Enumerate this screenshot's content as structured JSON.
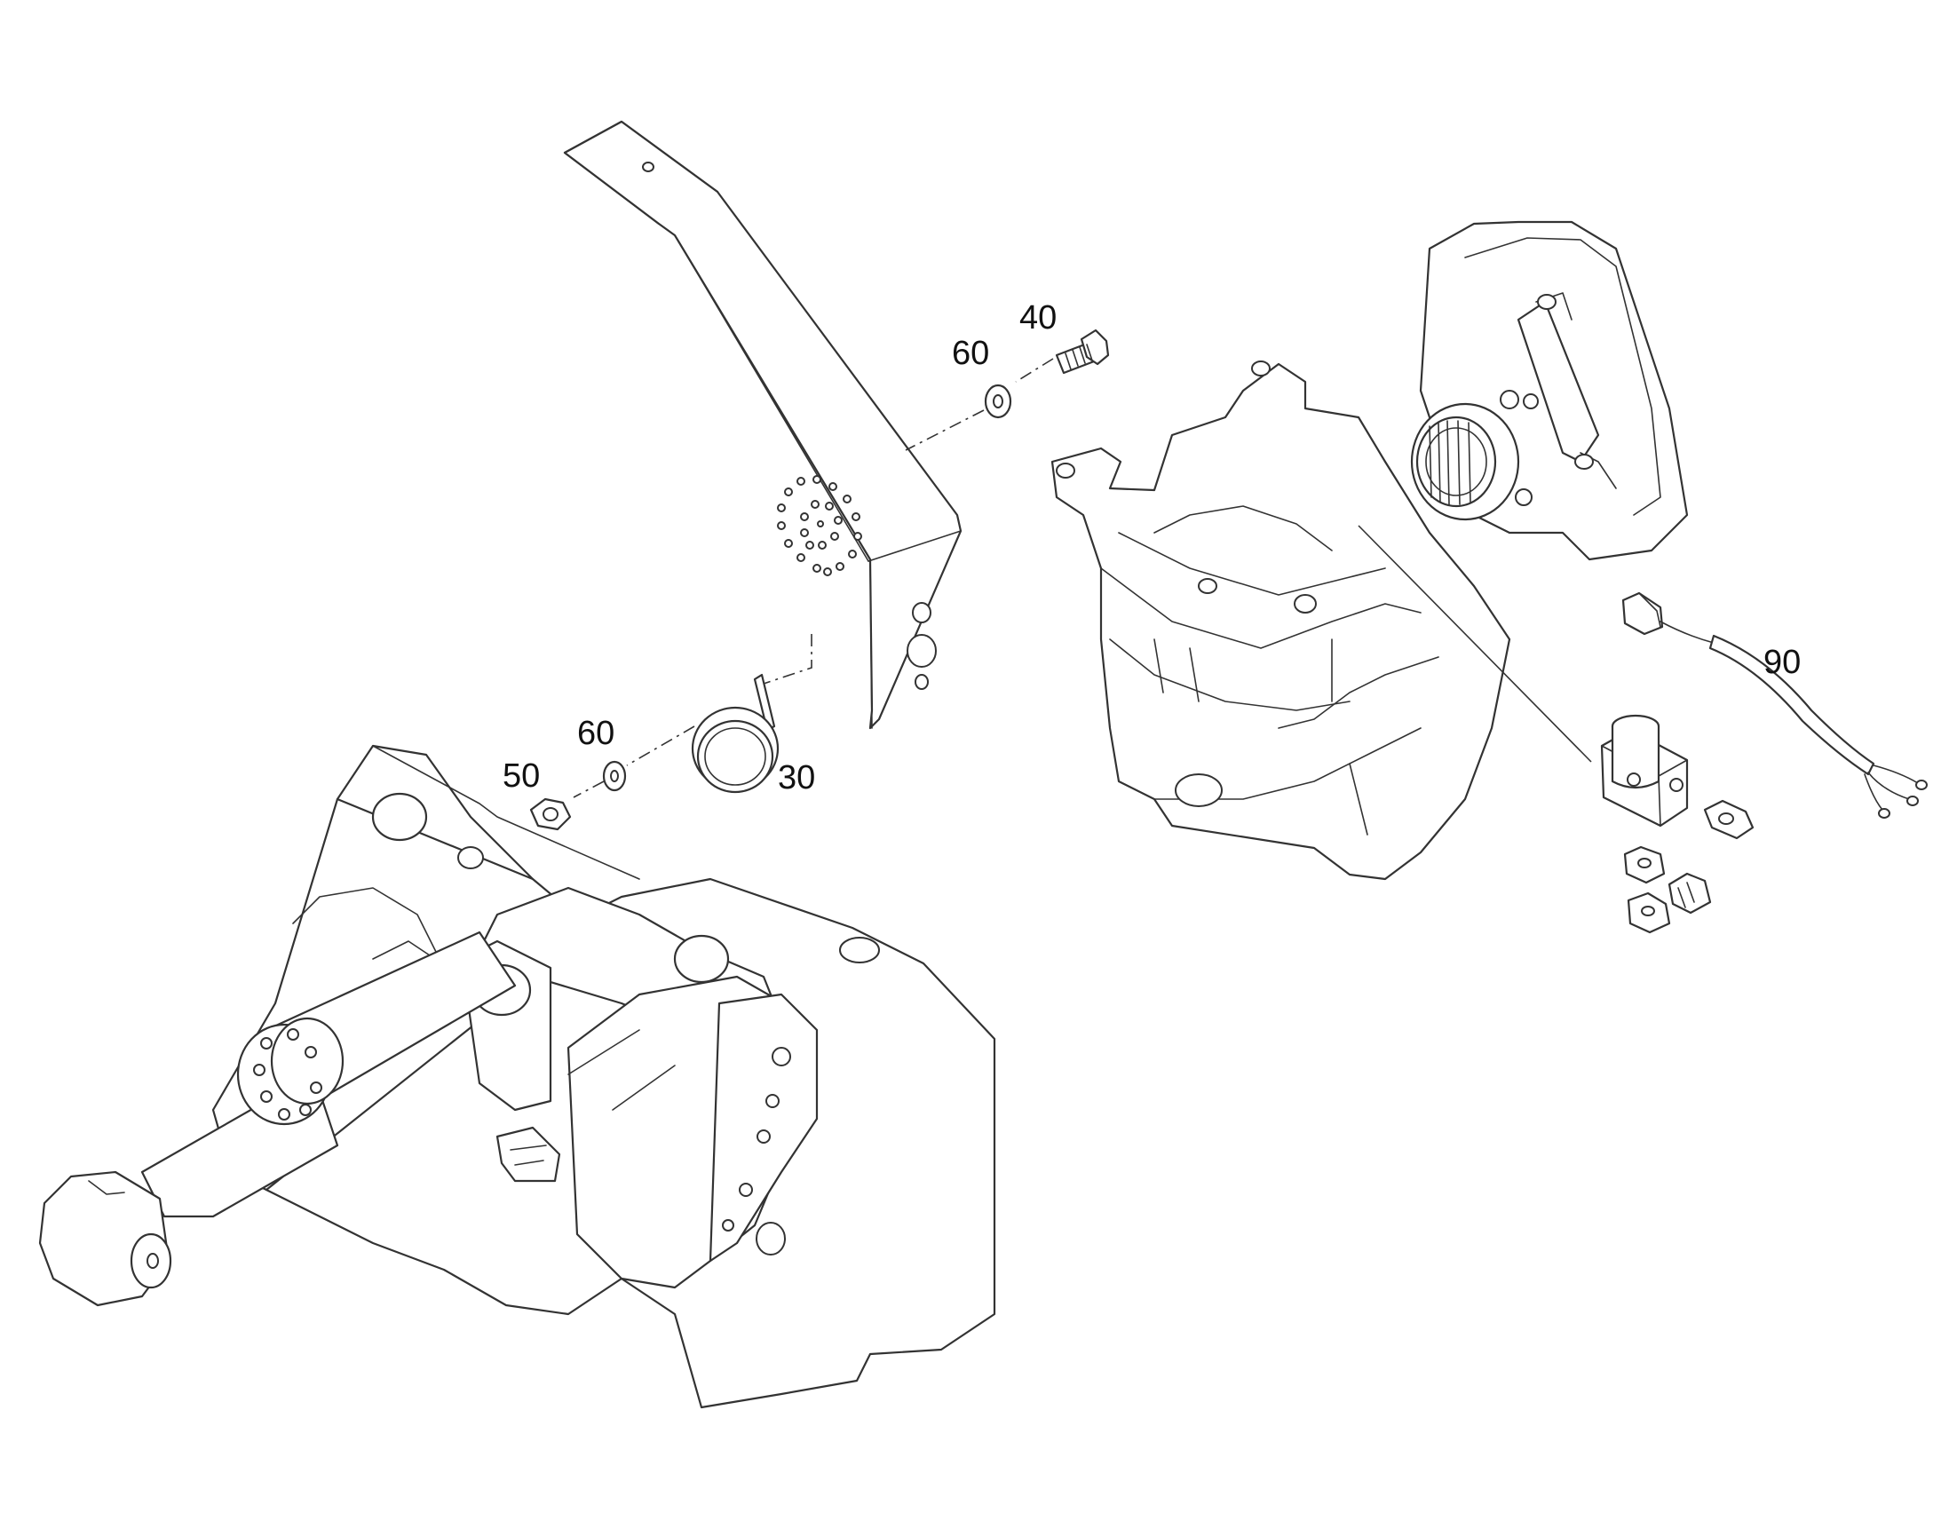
{
  "callouts": {
    "c40": "40",
    "c60_top": "60",
    "c60_mid": "60",
    "c50": "50",
    "c30": "30",
    "c90": "90"
  }
}
